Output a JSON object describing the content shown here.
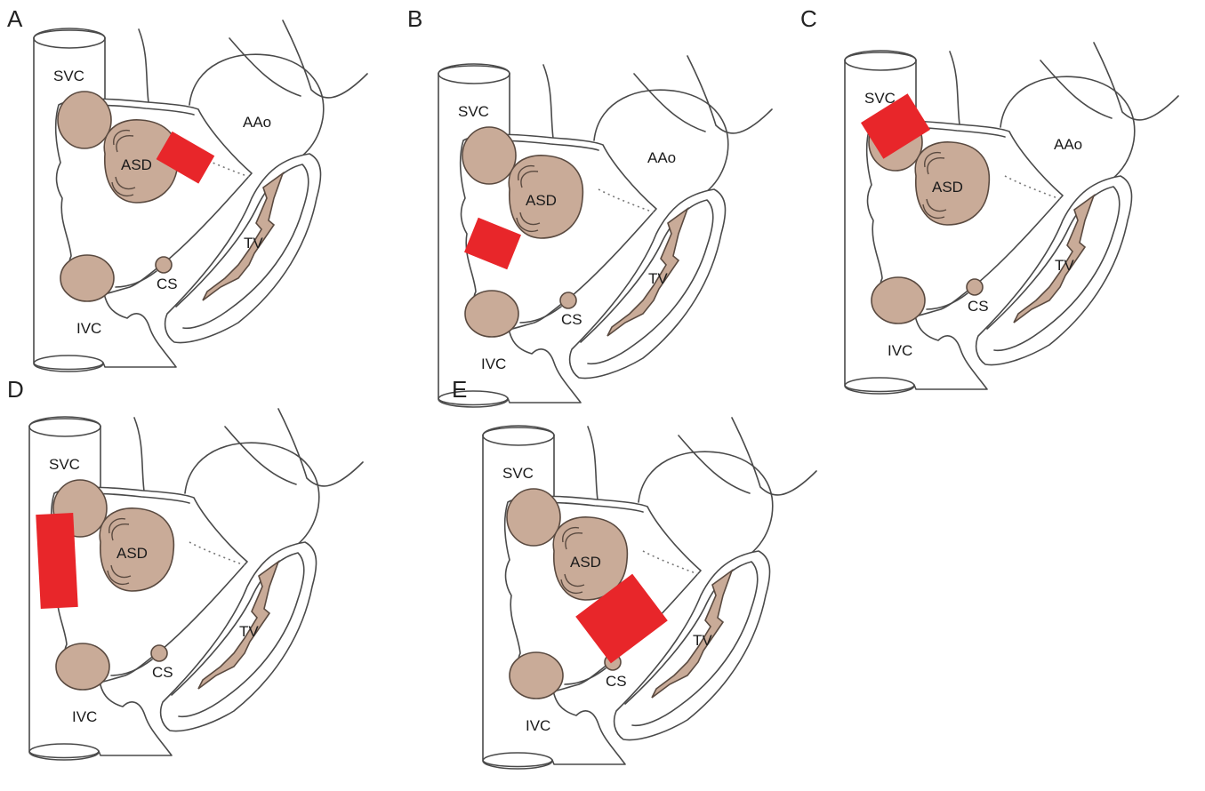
{
  "panels": [
    {
      "letter": "A",
      "labels": {
        "svc": "SVC",
        "aao": "AAo",
        "asd": "ASD",
        "cs": "CS",
        "tv": "TV",
        "ivc": "IVC"
      },
      "aao_visible": true,
      "marker": {
        "location": "superior rim"
      },
      "highlight_color": "#e8262a"
    },
    {
      "letter": "B",
      "labels": {
        "svc": "SVC",
        "aao": "AAo",
        "asd": "ASD",
        "cs": "CS",
        "tv": "TV",
        "ivc": "IVC"
      },
      "aao_visible": true,
      "marker": {
        "location": "inferior rim"
      },
      "highlight_color": "#e8262a"
    },
    {
      "letter": "C",
      "labels": {
        "svc": "SVC",
        "aao": "AAo",
        "asd": "ASD",
        "cs": "CS",
        "tv": "TV",
        "ivc": "IVC"
      },
      "aao_visible": true,
      "marker": {
        "location": "superior vena cava rim"
      },
      "highlight_color": "#e8262a"
    },
    {
      "letter": "D",
      "labels": {
        "svc": "SVC",
        "aao": "",
        "asd": "ASD",
        "cs": "CS",
        "tv": "TV",
        "ivc": "IVC"
      },
      "aao_visible": false,
      "marker": {
        "location": "posterior rim"
      },
      "highlight_color": "#e8262a"
    },
    {
      "letter": "E",
      "labels": {
        "svc": "SVC",
        "aao": "",
        "asd": "ASD",
        "cs": "CS",
        "tv": "TV",
        "ivc": "IVC"
      },
      "aao_visible": false,
      "marker": {
        "location": "coronary sinus rim"
      },
      "highlight_color": "#e8262a"
    }
  ]
}
